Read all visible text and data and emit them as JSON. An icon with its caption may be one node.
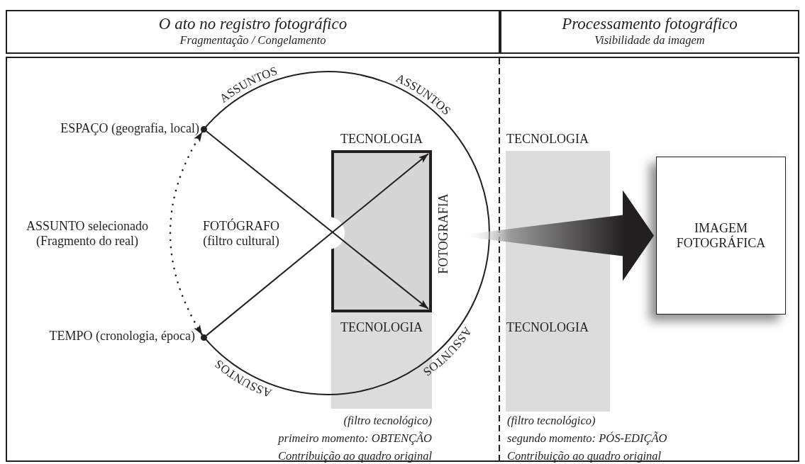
{
  "diagram": {
    "nodes": [
      {
        "text": [
          "O ato no registro fotográfico",
          "Fragmentação / Congelamento"
        ]
      },
      {
        "text": [
          "Processamento fotográfico",
          "Visibilidade da imagem"
        ]
      },
      {
        "text": [],
        "shape": "circle",
        "beside": [
          "ESPAÇO (geografia, local)"
        ]
      },
      {
        "text": [],
        "shape": "circle",
        "beside": [
          "TEMPO (cronologia, época)"
        ]
      },
      {
        "text": [],
        "shape": "box"
      },
      {
        "text": [
          "IMAGEM FOTOGRÁFICA"
        ]
      }
    ],
    "edges": [
      {
        "from": 2,
        "to": 4,
        "arrow": "to"
      },
      {
        "from": 3,
        "to": 4,
        "arrow": "to"
      },
      {
        "from": 2,
        "to": 3,
        "arrow": "both",
        "style": "dashed"
      },
      {
        "from": null,
        "to": 5,
        "arrow": "to",
        "style": "thick"
      }
    ],
    "labels": [
      "ASSUNTOS",
      "ASSUNTOS",
      "TECNOLOGIA",
      "TECNOLOGIA",
      "ASSUNTO selecionado (Fragmento do real)",
      "FOTÓGRAFO (filtro cultural)",
      "FOTOGRAFIA",
      "TECNOLOGIA",
      "TECNOLOGIA",
      "ASSUNTOS",
      "ASSUNTOS",
      "(filtro tecnológico)",
      "primeiro momento: OBTENÇÃO",
      "Contribuição ao quadro original",
      "(filtro tecnológico)",
      "segundo momento: PÓS-EDIÇÃO",
      "Contribuição ao quadro original"
    ]
  }
}
